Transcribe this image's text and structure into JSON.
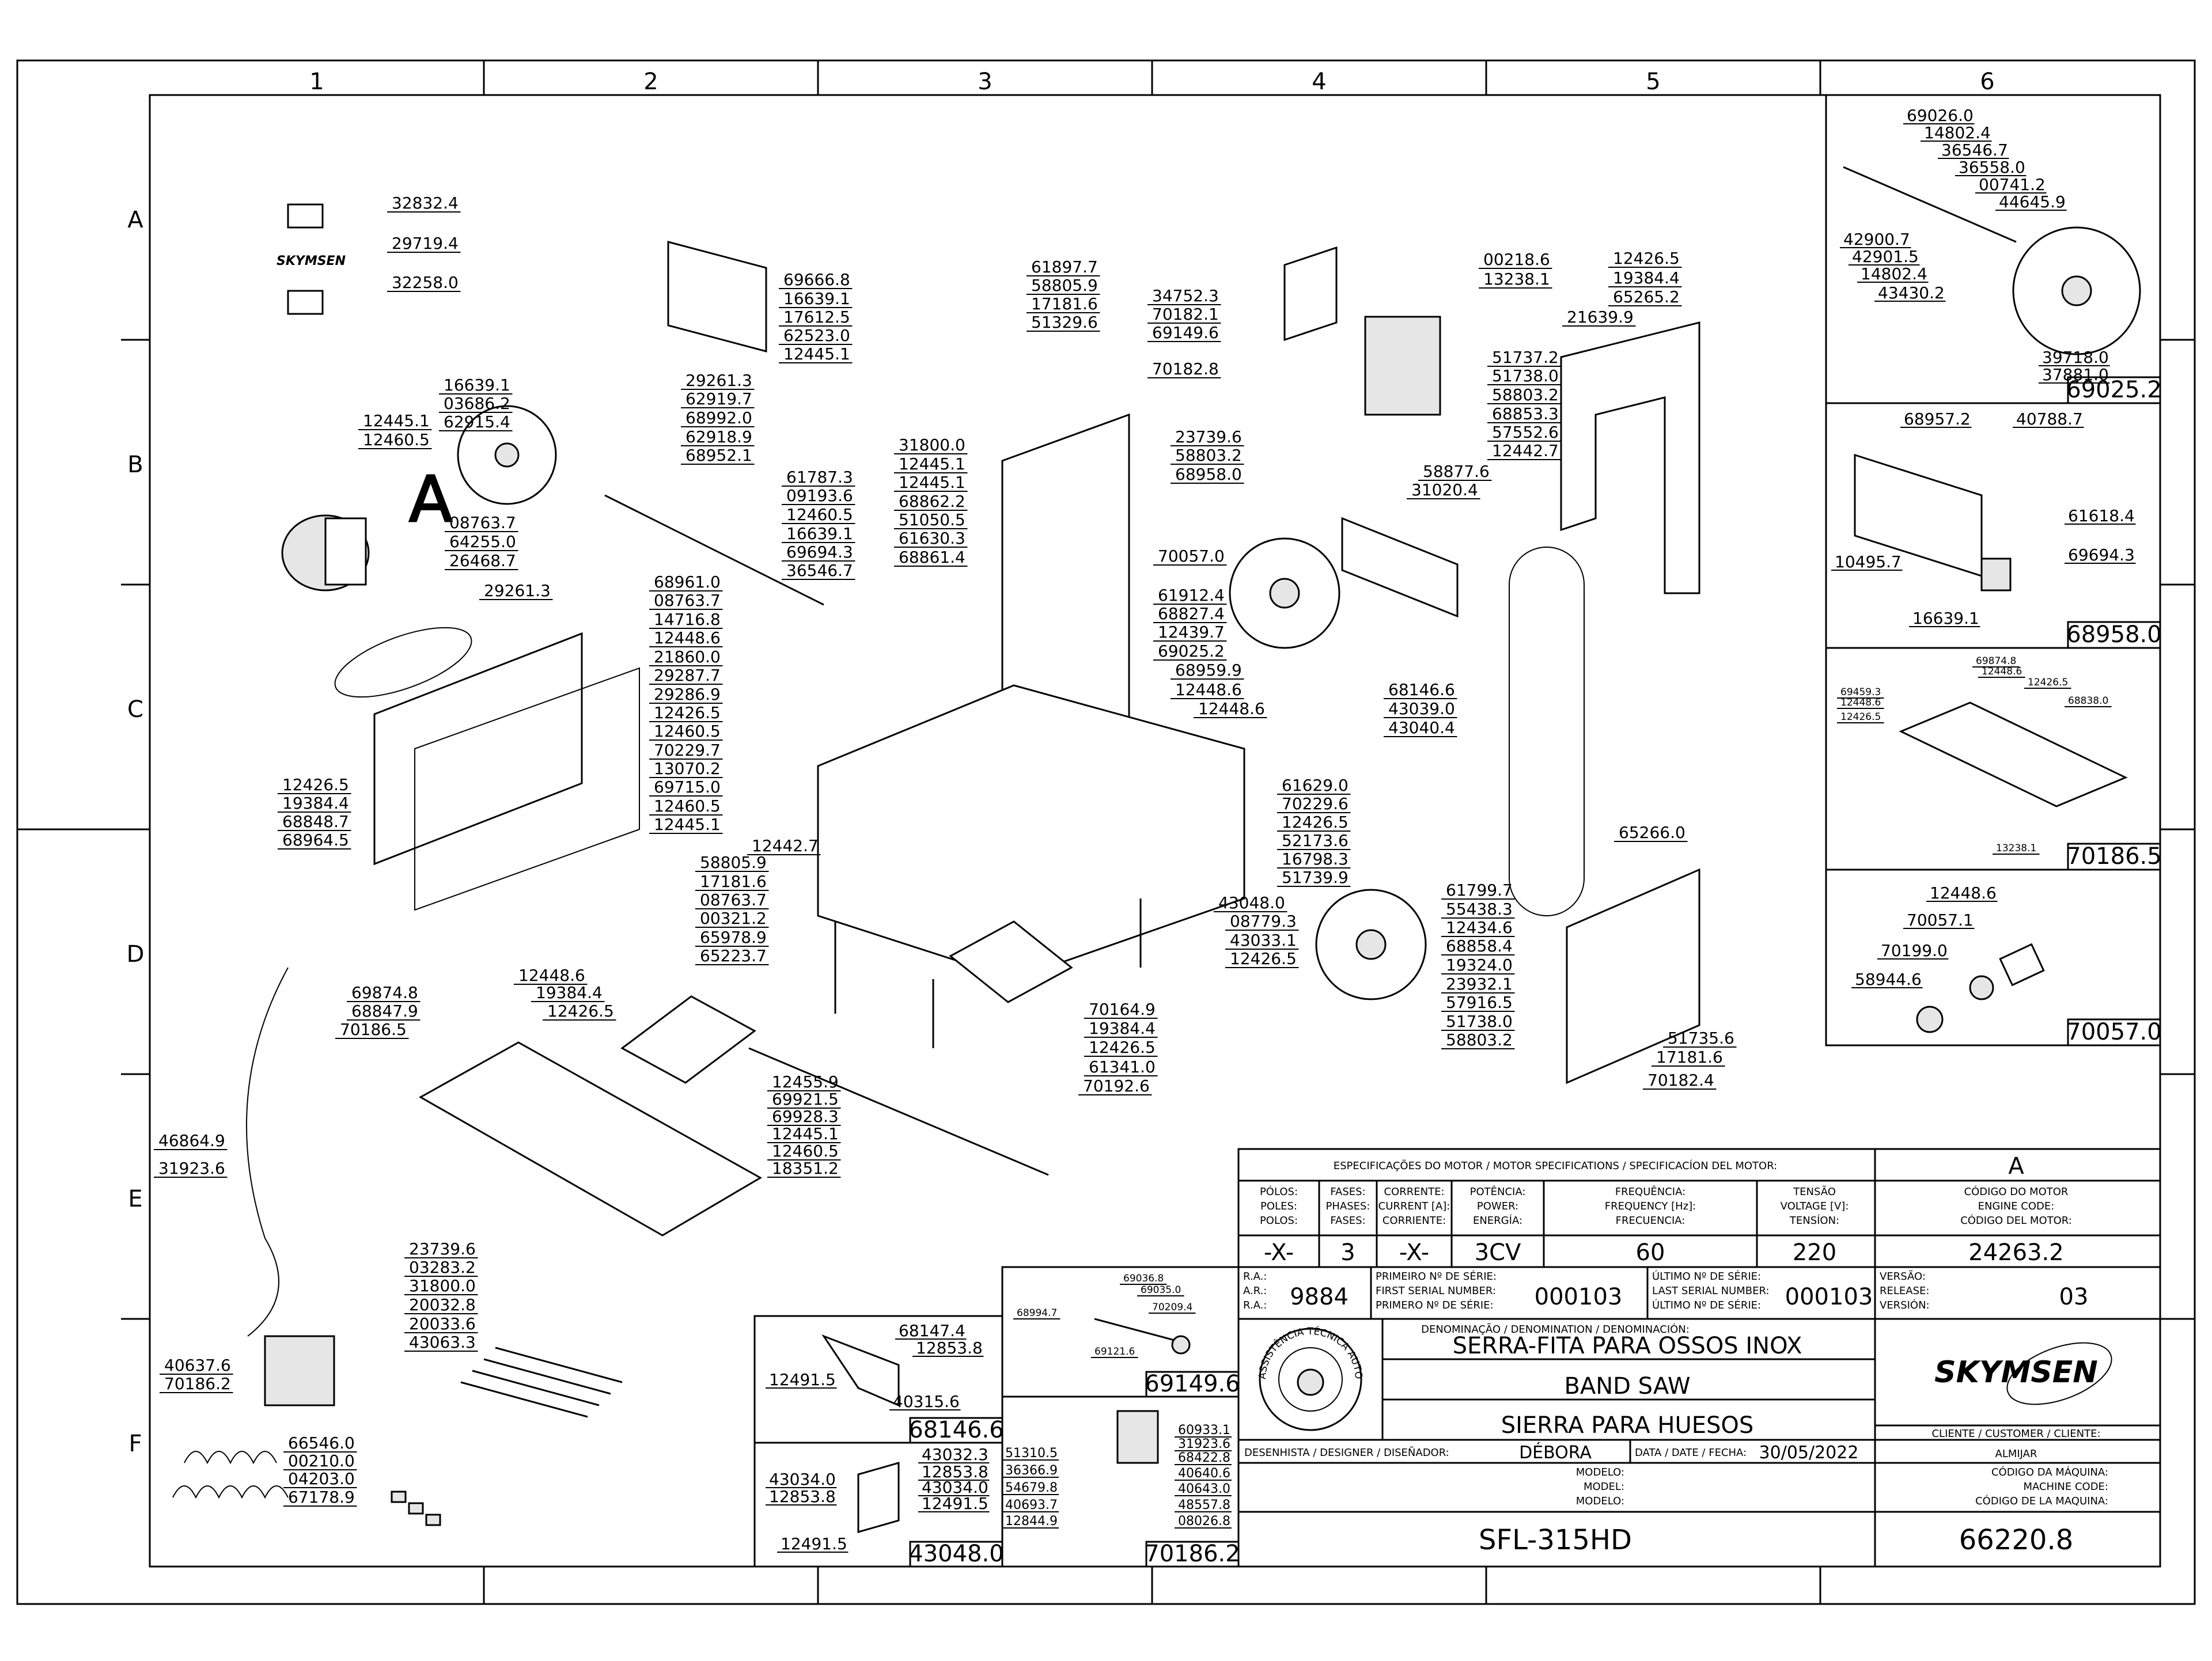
{
  "grid": {
    "columns": [
      "1",
      "2",
      "3",
      "4",
      "5",
      "6"
    ],
    "rows": [
      "A",
      "B",
      "C",
      "D",
      "E",
      "F"
    ]
  },
  "labels": {
    "main": [
      {
        "id": "l1",
        "text": "32832.4"
      },
      {
        "id": "l2",
        "text": "29719.4"
      },
      {
        "id": "l3",
        "text": "32258.0"
      },
      {
        "id": "l4",
        "text": "69666.8"
      },
      {
        "id": "l5",
        "text": "16639.1"
      },
      {
        "id": "l6",
        "text": "17612.5"
      },
      {
        "id": "l7",
        "text": "62523.0"
      },
      {
        "id": "l8",
        "text": "12445.1"
      },
      {
        "id": "l9",
        "text": "61897.7"
      },
      {
        "id": "l10",
        "text": "58805.9"
      },
      {
        "id": "l11",
        "text": "17181.6"
      },
      {
        "id": "l12",
        "text": "51329.6"
      },
      {
        "id": "l13",
        "text": "34752.3"
      },
      {
        "id": "l14",
        "text": "70182.1"
      },
      {
        "id": "l15",
        "text": "69149.6"
      },
      {
        "id": "l16",
        "text": "00218.6"
      },
      {
        "id": "l17",
        "text": "13238.1"
      },
      {
        "id": "l18",
        "text": "12426.5"
      },
      {
        "id": "l19",
        "text": "19384.4"
      },
      {
        "id": "l20",
        "text": "65265.2"
      },
      {
        "id": "l21",
        "text": "21639.9"
      },
      {
        "id": "l22",
        "text": "16639.1"
      },
      {
        "id": "l23",
        "text": "03686.2"
      },
      {
        "id": "l24",
        "text": "62915.4"
      },
      {
        "id": "l25",
        "text": "12445.1"
      },
      {
        "id": "l26",
        "text": "12460.5"
      },
      {
        "id": "l27",
        "text": "29261.3"
      },
      {
        "id": "l28",
        "text": "62919.7"
      },
      {
        "id": "l29",
        "text": "68992.0"
      },
      {
        "id": "l30",
        "text": "62918.9"
      },
      {
        "id": "l31",
        "text": "68952.1"
      },
      {
        "id": "l32",
        "text": "70182.8"
      },
      {
        "id": "l33",
        "text": "51737.2"
      },
      {
        "id": "l34",
        "text": "51738.0"
      },
      {
        "id": "l35",
        "text": "58803.2"
      },
      {
        "id": "l36",
        "text": "68853.3"
      },
      {
        "id": "l37",
        "text": "57552.6"
      },
      {
        "id": "l38",
        "text": "12442.7"
      },
      {
        "id": "l39",
        "text": "58877.6"
      },
      {
        "id": "l40",
        "text": "31020.4"
      },
      {
        "id": "l41",
        "text": "31800.0"
      },
      {
        "id": "l42",
        "text": "12445.1"
      },
      {
        "id": "l43",
        "text": "12445.1"
      },
      {
        "id": "l44",
        "text": "68862.2"
      },
      {
        "id": "l45",
        "text": "51050.5"
      },
      {
        "id": "l46",
        "text": "61630.3"
      },
      {
        "id": "l47",
        "text": "68861.4"
      },
      {
        "id": "l48",
        "text": "23739.6"
      },
      {
        "id": "l49",
        "text": "58803.2"
      },
      {
        "id": "l50",
        "text": "68958.0"
      },
      {
        "id": "l51",
        "text": "61787.3"
      },
      {
        "id": "l52",
        "text": "09193.6"
      },
      {
        "id": "l53",
        "text": "12460.5"
      },
      {
        "id": "l54",
        "text": "16639.1"
      },
      {
        "id": "l55",
        "text": "69694.3"
      },
      {
        "id": "l56",
        "text": "36546.7"
      },
      {
        "id": "l57",
        "text": "08763.7"
      },
      {
        "id": "l58",
        "text": "64255.0"
      },
      {
        "id": "l59",
        "text": "26468.7"
      },
      {
        "id": "l60",
        "text": "29261.3"
      },
      {
        "id": "l61",
        "text": "70057.0"
      },
      {
        "id": "l62",
        "text": "68961.0"
      },
      {
        "id": "l63",
        "text": "08763.7"
      },
      {
        "id": "l64",
        "text": "14716.8"
      },
      {
        "id": "l65",
        "text": "12448.6"
      },
      {
        "id": "l66",
        "text": "21860.0"
      },
      {
        "id": "l67",
        "text": "29287.7"
      },
      {
        "id": "l68",
        "text": "29286.9"
      },
      {
        "id": "l69",
        "text": "12426.5"
      },
      {
        "id": "l70",
        "text": "12460.5"
      },
      {
        "id": "l71",
        "text": "70229.7"
      },
      {
        "id": "l72",
        "text": "13070.2"
      },
      {
        "id": "l73",
        "text": "69715.0"
      },
      {
        "id": "l74",
        "text": "12460.5"
      },
      {
        "id": "l75",
        "text": "12445.1"
      },
      {
        "id": "l76",
        "text": "61912.4"
      },
      {
        "id": "l77",
        "text": "68827.4"
      },
      {
        "id": "l78",
        "text": "12439.7"
      },
      {
        "id": "l79",
        "text": "69025.2"
      },
      {
        "id": "l80",
        "text": "68959.9"
      },
      {
        "id": "l81",
        "text": "12448.6"
      },
      {
        "id": "l82",
        "text": "12448.6"
      },
      {
        "id": "l83",
        "text": "68146.6"
      },
      {
        "id": "l84",
        "text": "43039.0"
      },
      {
        "id": "l85",
        "text": "43040.4"
      },
      {
        "id": "l86",
        "text": "12426.5"
      },
      {
        "id": "l87",
        "text": "19384.4"
      },
      {
        "id": "l88",
        "text": "68848.7"
      },
      {
        "id": "l89",
        "text": "68964.5"
      },
      {
        "id": "l90",
        "text": "61629.0"
      },
      {
        "id": "l91",
        "text": "70229.6"
      },
      {
        "id": "l92",
        "text": "12426.5"
      },
      {
        "id": "l93",
        "text": "52173.6"
      },
      {
        "id": "l94",
        "text": "16798.3"
      },
      {
        "id": "l95",
        "text": "51739.9"
      },
      {
        "id": "l96",
        "text": "65266.0"
      },
      {
        "id": "l97",
        "text": "12442.7"
      },
      {
        "id": "l98",
        "text": "58805.9"
      },
      {
        "id": "l99",
        "text": "17181.6"
      },
      {
        "id": "l100",
        "text": "08763.7"
      },
      {
        "id": "l101",
        "text": "00321.2"
      },
      {
        "id": "l102",
        "text": "65978.9"
      },
      {
        "id": "l103",
        "text": "65223.7"
      },
      {
        "id": "l104",
        "text": "43048.0"
      },
      {
        "id": "l105",
        "text": "08779.3"
      },
      {
        "id": "l106",
        "text": "43033.1"
      },
      {
        "id": "l107",
        "text": "12426.5"
      },
      {
        "id": "l108",
        "text": "61799.7"
      },
      {
        "id": "l109",
        "text": "55438.3"
      },
      {
        "id": "l110",
        "text": "12434.6"
      },
      {
        "id": "l111",
        "text": "68858.4"
      },
      {
        "id": "l112",
        "text": "19324.0"
      },
      {
        "id": "l113",
        "text": "23932.1"
      },
      {
        "id": "l114",
        "text": "57916.5"
      },
      {
        "id": "l115",
        "text": "51738.0"
      },
      {
        "id": "l116",
        "text": "58803.2"
      },
      {
        "id": "l117",
        "text": "51735.6"
      },
      {
        "id": "l118",
        "text": "17181.6"
      },
      {
        "id": "l119",
        "text": "70182.4"
      },
      {
        "id": "l120",
        "text": "12448.6"
      },
      {
        "id": "l121",
        "text": "69874.8"
      },
      {
        "id": "l122",
        "text": "19384.4"
      },
      {
        "id": "l123",
        "text": "68847.9"
      },
      {
        "id": "l124",
        "text": "12426.5"
      },
      {
        "id": "l125",
        "text": "70186.5"
      },
      {
        "id": "l126",
        "text": "70164.9"
      },
      {
        "id": "l127",
        "text": "19384.4"
      },
      {
        "id": "l128",
        "text": "12426.5"
      },
      {
        "id": "l129",
        "text": "61341.0"
      },
      {
        "id": "l130",
        "text": "70192.6"
      },
      {
        "id": "l131",
        "text": "12455.9"
      },
      {
        "id": "l132",
        "text": "69921.5"
      },
      {
        "id": "l133",
        "text": "69928.3"
      },
      {
        "id": "l134",
        "text": "12445.1"
      },
      {
        "id": "l135",
        "text": "12460.5"
      },
      {
        "id": "l136",
        "text": "18351.2"
      },
      {
        "id": "l137",
        "text": "46864.9"
      },
      {
        "id": "l138",
        "text": "31923.6"
      },
      {
        "id": "l139",
        "text": "23739.6"
      },
      {
        "id": "l140",
        "text": "03283.2"
      },
      {
        "id": "l141",
        "text": "31800.0"
      },
      {
        "id": "l142",
        "text": "20032.8"
      },
      {
        "id": "l143",
        "text": "20033.6"
      },
      {
        "id": "l144",
        "text": "43063.3"
      },
      {
        "id": "l145",
        "text": "40637.6"
      },
      {
        "id": "l146",
        "text": "70186.2"
      },
      {
        "id": "l147",
        "text": "66546.0"
      },
      {
        "id": "l148",
        "text": "00210.0"
      },
      {
        "id": "l149",
        "text": "04203.0"
      },
      {
        "id": "l150",
        "text": "67178.9"
      }
    ],
    "letter_A": "A"
  },
  "detail_panels": {
    "p69025": {
      "title": "69025.2",
      "labels": [
        "69026.0",
        "14802.4",
        "36546.7",
        "36558.0",
        "00741.2",
        "44645.9",
        "42900.7",
        "42901.5",
        "14802.4",
        "43430.2",
        "39718.0",
        "37881.0"
      ]
    },
    "p68958": {
      "title": "68958.0",
      "labels": [
        "68957.2",
        "40788.7",
        "61618.4",
        "69694.3",
        "10495.7",
        "16639.1"
      ]
    },
    "p70186_5": {
      "title": "70186.5",
      "labels": [
        "69874.8",
        "12448.6",
        "12426.5",
        "68838.0",
        "69459.3",
        "12448.6",
        "12426.5",
        "13238.1"
      ]
    },
    "p70057": {
      "title": "70057.0",
      "labels": [
        "12448.6",
        "70057.1",
        "70199.0",
        "58944.6"
      ]
    },
    "p69149": {
      "title": "69149.6",
      "labels": [
        "69036.8",
        "69035.0",
        "70209.4",
        "68994.7",
        "69121.6"
      ]
    },
    "p68146": {
      "title": "68146.6",
      "labels": [
        "68147.4",
        "12853.8",
        "12491.5",
        "40315.6"
      ]
    },
    "p43048": {
      "title": "43048.0",
      "labels": [
        "43032.3",
        "12853.8",
        "43034.0",
        "12491.5",
        "43034.0",
        "12853.8",
        "12491.5"
      ]
    },
    "p70186_2": {
      "title": "70186.2",
      "labels": [
        "60933.1",
        "31923.6",
        "68422.8",
        "40640.6",
        "40643.0",
        "48557.8",
        "08026.8",
        "51310.5",
        "36366.9",
        "54679.8",
        "40693.7",
        "12844.9"
      ]
    }
  },
  "title_block": {
    "motor_header": "ESPECIFICAÇÕES DO MOTOR / MOTOR SPECIFICATIONS / SPECIFICACÍON DEL MOTOR:",
    "revision_letter": "A",
    "columns": [
      {
        "h1": "PÓLOS:",
        "h2": "POLES:",
        "h3": "POLOS:",
        "value": "-X-"
      },
      {
        "h1": "FASES:",
        "h2": "PHASES:",
        "h3": "FASES:",
        "value": "3"
      },
      {
        "h1": "CORRENTE:",
        "h2": "CURRENT [A]:",
        "h3": "CORRIENTE:",
        "value": "-X-"
      },
      {
        "h1": "POTÊNCIA:",
        "h2": "POWER:",
        "h3": "ENERGÍA:",
        "value": "3CV"
      },
      {
        "h1": "FREQUÊNCIA:",
        "h2": "FREQUENCY [Hz]:",
        "h3": "FRECUENCIA:",
        "value": "60"
      },
      {
        "h1": "TENSÃO",
        "h2": "VOLTAGE [V]:",
        "h3": "TENSÍON:",
        "value": "220"
      }
    ],
    "motor_code": {
      "h1": "CÓDIGO DO MOTOR",
      "h2": "ENGINE CODE:",
      "h3": "CÓDIGO DEL MOTOR:",
      "value": "24263.2"
    },
    "ra": {
      "l1": "R.A.:",
      "l2": "A.R.:",
      "l3": "R.A.:",
      "value": "9884"
    },
    "first_serial": {
      "l1": "PRIMEIRO Nº DE SÉRIE:",
      "l2": "FIRST SERIAL NUMBER:",
      "l3": "PRIMERO Nº DE SÉRIE:",
      "value": "000103"
    },
    "last_serial": {
      "l1": "ÚLTIMO Nº DE SÉRIE:",
      "l2": "LAST SERIAL NUMBER:",
      "l3": "ÚLTIMO Nº DE SÉRIE:",
      "value": "000103"
    },
    "version": {
      "l1": "VERSÃO:",
      "l2": "RELEASE:",
      "l3": "VERSIÓN:",
      "value": "03"
    },
    "denomination_header": "DENOMINAÇÃO / DENOMINATION / DENOMINACIÓN:",
    "names": [
      "SERRA-FITA PARA OSSOS INOX",
      "BAND SAW",
      "SIERRA PARA HUESOS"
    ],
    "seal_text": "ASSISTÊNCIA TÉCNICA AUTORIZADA",
    "brand": "SKYMSEN",
    "designer_label": "DESENHISTA / DESIGNER / DISEÑADOR:",
    "designer": "DÉBORA",
    "date_label": "DATA / DATE / FECHA:",
    "date": "30/05/2022",
    "client_label": "CLIENTE / CUSTOMER / CLIENTE:",
    "client": "ALMIJAR",
    "model_labels": [
      "MODELO:",
      "MODEL:",
      "MODELO:"
    ],
    "model": "SFL-315HD",
    "machine_code_labels": [
      "CÓDIGO DA MÁQUINA:",
      "MACHINE CODE:",
      "CÓDIGO DE LA MAQUINA:"
    ],
    "machine_code": "66220.8"
  }
}
